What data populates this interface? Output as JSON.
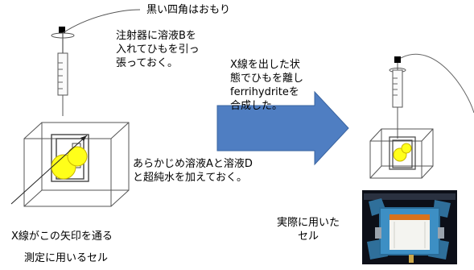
{
  "labels": {
    "weight_note": "黒い四角はおもり",
    "syringe_note_line1": "注射器に溶液Bを",
    "syringe_note_line2": "入れてひもを引っ",
    "syringe_note_line3": "張っておく。",
    "xray_release_line1": "X線を出した状",
    "xray_release_line2": "態でひもを離し",
    "xray_release_line3": "ferrihydriteを",
    "xray_release_line4": "合成した。",
    "premix_line1": "あらかじめ溶液Aと溶液D",
    "premix_line2": "と超純水を加えておく。",
    "xray_path": "X線がこの矢印を通る",
    "cell_caption": "測定に用いるセル",
    "actual_cell_line1": "実際に用いた",
    "actual_cell_line2": "セル"
  },
  "colors": {
    "arrow_fill": "#4f7ec2",
    "arrow_stroke": "#3a64a0",
    "solution_circle": "#ffff1a",
    "weight": "#000000"
  },
  "icons": [
    "syringe-icon",
    "weight-icon",
    "cuvette-cell-icon",
    "process-arrow-icon"
  ]
}
